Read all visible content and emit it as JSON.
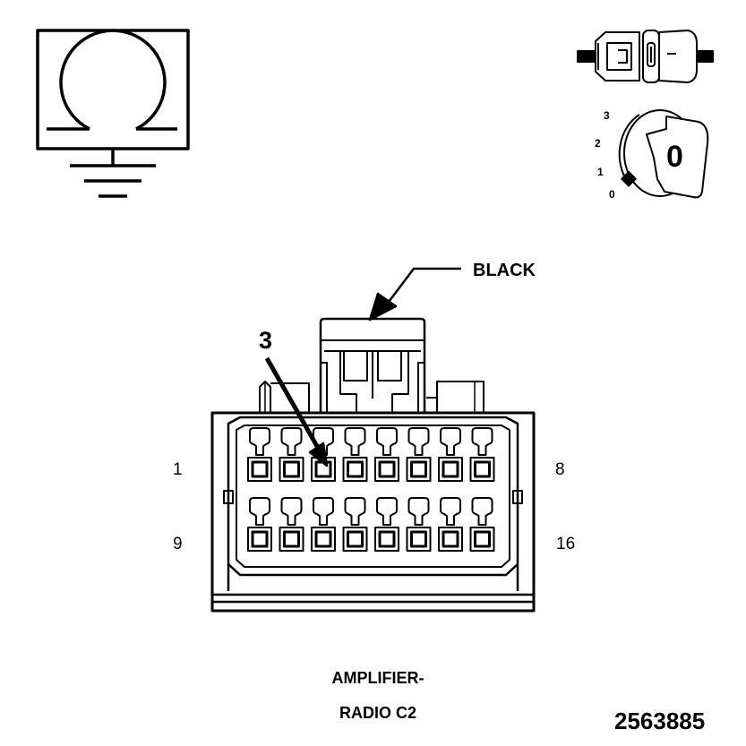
{
  "wire_color_label": "BLACK",
  "callout_cavity": "3",
  "pin_labels": {
    "top_left": "1",
    "top_right": "8",
    "bottom_left": "9",
    "bottom_right": "16"
  },
  "connector_name": {
    "line1": "AMPLIFIER-",
    "line2": "RADIO C2"
  },
  "figure_number": "2563885",
  "ignition_key": {
    "positions": [
      "3",
      "2",
      "1",
      "0"
    ],
    "key_position": "0"
  },
  "connector_layout": {
    "rows": 2,
    "cavities_per_row": 8
  },
  "icons": [
    "ohmmeter-ground-icon",
    "connector-disconnect-icon",
    "ignition-key-icon"
  ]
}
